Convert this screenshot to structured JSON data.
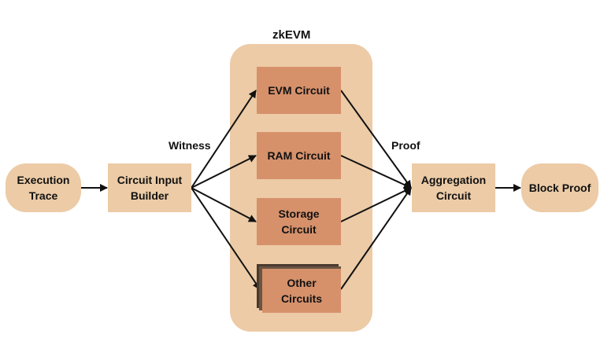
{
  "title": "zkEVM",
  "edge_labels": {
    "witness": "Witness",
    "proof": "Proof"
  },
  "nodes": {
    "execution_trace": "Execution\nTrace",
    "circuit_input_builder": "Circuit Input\nBuilder",
    "evm_circuit": "EVM Circuit",
    "ram_circuit": "RAM Circuit",
    "storage_circuit": "Storage\nCircuit",
    "other_circuits": "Other\nCircuits",
    "aggregation_circuit": "Aggregation\nCircuit",
    "block_proof": "Block Proof"
  },
  "colors": {
    "light_fill": "#eccba6",
    "circuit_fill": "#d6916b",
    "arrow": "#111111"
  }
}
